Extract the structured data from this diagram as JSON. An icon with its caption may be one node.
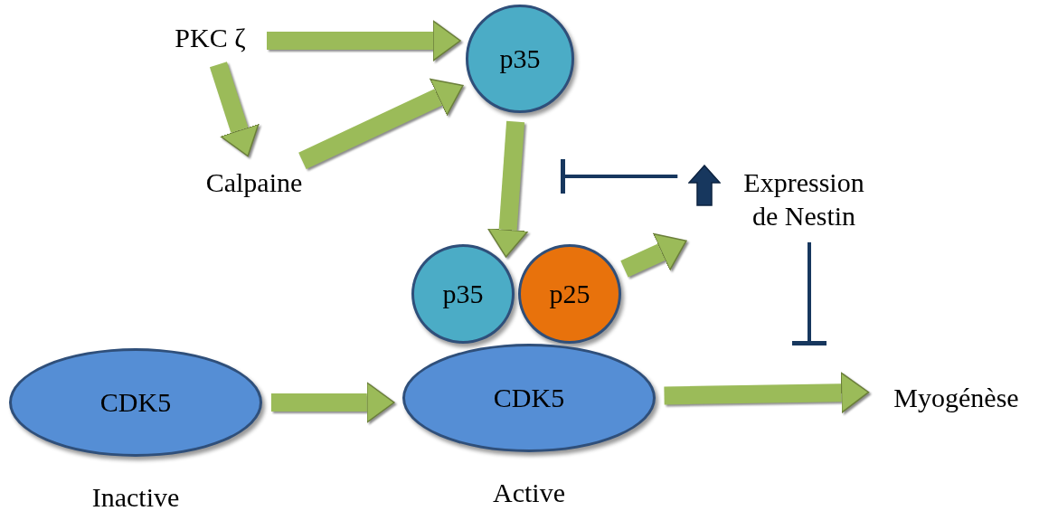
{
  "diagram": {
    "nodes": [
      {
        "text": [
          "PKC ζ"
        ]
      },
      {
        "text": [
          "p35"
        ]
      },
      {
        "text": [
          "Calpaine"
        ]
      },
      {
        "text": [
          "p35"
        ]
      },
      {
        "text": [
          "p25"
        ]
      },
      {
        "text": [
          "Expression de Nestin"
        ]
      },
      {
        "text": [
          "CDK5"
        ],
        "beside": [
          "Inactive"
        ]
      },
      {
        "text": [
          "CDK5"
        ],
        "beside": [
          "Active"
        ]
      },
      {
        "text": [
          "Myogénèse"
        ]
      }
    ],
    "edges": [
      {
        "from": 0,
        "to": 1,
        "arrow": "to"
      },
      {
        "from": 0,
        "to": 2,
        "arrow": "to"
      },
      {
        "from": 2,
        "to": 1,
        "arrow": "to"
      },
      {
        "from": 1,
        "to": 3,
        "arrow": "to"
      },
      {
        "from": 5,
        "to": null,
        "arrow": "other",
        "color": "#17375e"
      },
      {
        "from": 4,
        "to": 5,
        "arrow": "to"
      },
      {
        "from": 5,
        "to": null,
        "arrow": "other",
        "color": "#17375e"
      },
      {
        "from": 6,
        "to": 7,
        "arrow": "to"
      },
      {
        "from": 7,
        "to": 8,
        "arrow": "to"
      }
    ]
  }
}
